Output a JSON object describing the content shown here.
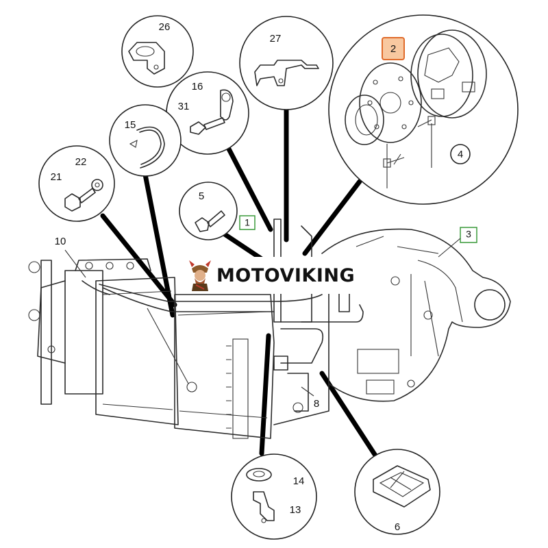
{
  "watermark": {
    "text": "MOTOVIKING",
    "logo_icon": "viking-warrior-icon"
  },
  "part_labels": {
    "p1": "1",
    "p2": "2",
    "p3": "3",
    "p4": "4",
    "p5": "5",
    "p6": "6",
    "p8": "8",
    "p10": "10",
    "p13": "13",
    "p14": "14",
    "p15": "15",
    "p16": "16",
    "p21": "21",
    "p22": "22",
    "p26": "26",
    "p27": "27",
    "p31": "31"
  },
  "colors": {
    "highlight_box": "#e8a070",
    "green_box": "#3a9a3a",
    "line": "#2a2a2a"
  }
}
